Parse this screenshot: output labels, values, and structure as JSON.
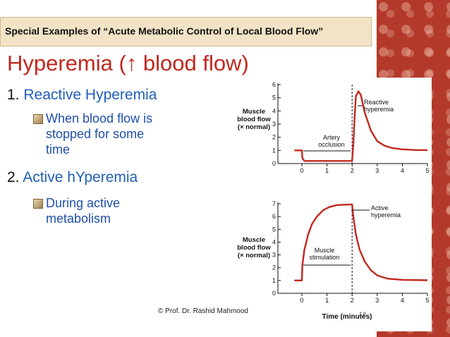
{
  "header": {
    "text": "Special Examples of “Acute Metabolic Control of Local Blood Flow”"
  },
  "title": "Hyperemia (↑ blood flow)",
  "sections": [
    {
      "number": "1.",
      "label": "Reactive Hyperemia",
      "sub": [
        "When blood flow is",
        "stopped for some",
        "time"
      ]
    },
    {
      "number": "2.",
      "label": "Active hYperemia",
      "sub": [
        "During active",
        "metabolism"
      ]
    }
  ],
  "footer": "© Prof. Dr. Rashid Mahmood",
  "page_number": "18",
  "colors": {
    "curve": "#c0281f",
    "title": "#c0281f",
    "accent": "#1f5fb5",
    "border": "#b33a2b"
  },
  "chart_data": [
    {
      "type": "line",
      "ylabel": [
        "Muscle",
        "blood flow",
        "(× normal)"
      ],
      "xlim": [
        0,
        5
      ],
      "ylim": [
        0,
        6
      ],
      "x_ticks": [
        "0",
        "1",
        "2",
        "3",
        "4",
        "5"
      ],
      "y_ticks": [
        "0",
        "1",
        "2",
        "3",
        "4",
        "5",
        "6"
      ],
      "annotations": [
        {
          "lines": [
            "Reactive",
            "hyperemia"
          ]
        },
        {
          "lines": [
            "Artery",
            "occlusion"
          ]
        }
      ],
      "series": [
        {
          "points": [
            [
              -0.3,
              1
            ],
            [
              0,
              1
            ],
            [
              0.02,
              0.4
            ],
            [
              0.1,
              0.2
            ],
            [
              2,
              0.2
            ],
            [
              2.05,
              1.5
            ],
            [
              2.1,
              3.5
            ],
            [
              2.15,
              5.1
            ],
            [
              2.25,
              5.5
            ],
            [
              2.35,
              5.2
            ],
            [
              2.5,
              3.9
            ],
            [
              2.75,
              2.5
            ],
            [
              3,
              1.7
            ],
            [
              3.3,
              1.35
            ],
            [
              3.6,
              1.18
            ],
            [
              4,
              1.08
            ],
            [
              4.5,
              1.03
            ],
            [
              5,
              1.02
            ]
          ]
        }
      ]
    },
    {
      "type": "line",
      "ylabel": [
        "Muscle",
        "blood flow",
        "(× normal)"
      ],
      "xlabel": "Time (minutes)",
      "xlim": [
        0,
        5
      ],
      "ylim": [
        0,
        7
      ],
      "x_ticks": [
        "0",
        "1",
        "2",
        "3",
        "4",
        "5"
      ],
      "y_ticks": [
        "0",
        "1",
        "2",
        "3",
        "4",
        "5",
        "6",
        "7"
      ],
      "annotations": [
        {
          "lines": [
            "Active",
            "hyperemia"
          ]
        },
        {
          "lines": [
            "Muscle",
            "stimulation"
          ]
        }
      ],
      "series": [
        {
          "points": [
            [
              -0.3,
              1
            ],
            [
              0,
              1
            ],
            [
              0.02,
              2.2
            ],
            [
              0.1,
              3.4
            ],
            [
              0.25,
              4.6
            ],
            [
              0.4,
              5.4
            ],
            [
              0.6,
              6.0
            ],
            [
              0.85,
              6.5
            ],
            [
              1.1,
              6.75
            ],
            [
              1.4,
              6.9
            ],
            [
              2,
              6.95
            ],
            [
              2.05,
              6.0
            ],
            [
              2.15,
              4.6
            ],
            [
              2.3,
              3.4
            ],
            [
              2.5,
              2.5
            ],
            [
              2.75,
              1.8
            ],
            [
              3,
              1.4
            ],
            [
              3.4,
              1.15
            ],
            [
              4,
              1.05
            ],
            [
              5,
              1.02
            ]
          ]
        }
      ]
    }
  ]
}
